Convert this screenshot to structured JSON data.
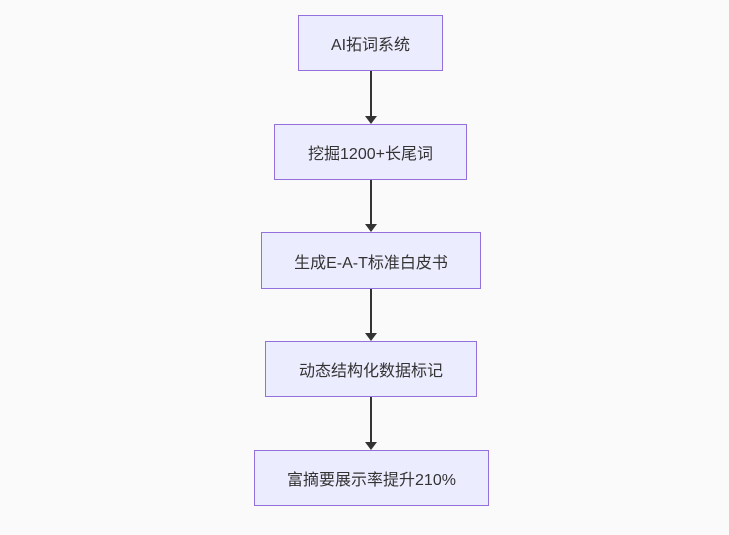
{
  "flowchart": {
    "type": "vertical-flowchart",
    "direction": "top-down",
    "nodes": [
      {
        "id": "node-1",
        "label": "AI拓词系统"
      },
      {
        "id": "node-2",
        "label": "挖掘1200+长尾词"
      },
      {
        "id": "node-3",
        "label": "生成E-A-T标准白皮书"
      },
      {
        "id": "node-4",
        "label": "动态结构化数据标记"
      },
      {
        "id": "node-5",
        "label": "富摘要展示率提升210%"
      }
    ],
    "edges": [
      {
        "from": "node-1",
        "to": "node-2"
      },
      {
        "from": "node-2",
        "to": "node-3"
      },
      {
        "from": "node-3",
        "to": "node-4"
      },
      {
        "from": "node-4",
        "to": "node-5"
      }
    ],
    "colors": {
      "node_fill": "#ECECFF",
      "node_border": "#9370DB",
      "node_text": "#333333",
      "arrow": "#333333",
      "background": "#FAFAFA"
    }
  }
}
